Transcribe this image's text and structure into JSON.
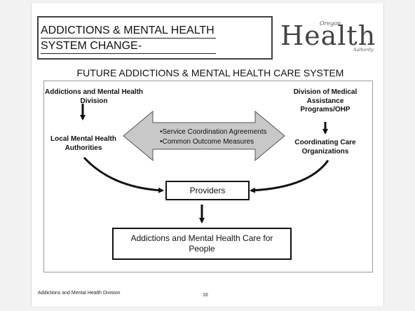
{
  "header": {
    "title_line1": "ADDICTIONS & MENTAL HEALTH",
    "title_line2": "SYSTEM CHANGE-",
    "logo": {
      "main": "Health",
      "top": "Oregon",
      "bottom": "Authority"
    }
  },
  "subtitle": "FUTURE ADDICTIONS & MENTAL HEALTH CARE SYSTEM",
  "diagram": {
    "top_left": "Addictions and Mental Health Division",
    "top_right": "Division of Medical Assistance Programs/OHP",
    "mid_left": "Local Mental Health Authorities",
    "mid_right": "Coordinating Care Organizations",
    "arrow_items": [
      "•Service Coordination Agreements",
      "•Common Outcome Measures"
    ],
    "providers": "Providers",
    "people": "Addictions and Mental Health Care for People"
  },
  "footer": {
    "left": "Addictions and Mental Health Division",
    "page": "16"
  },
  "colors": {
    "arrow_fill": "#c8c8c8",
    "line": "#111111"
  }
}
